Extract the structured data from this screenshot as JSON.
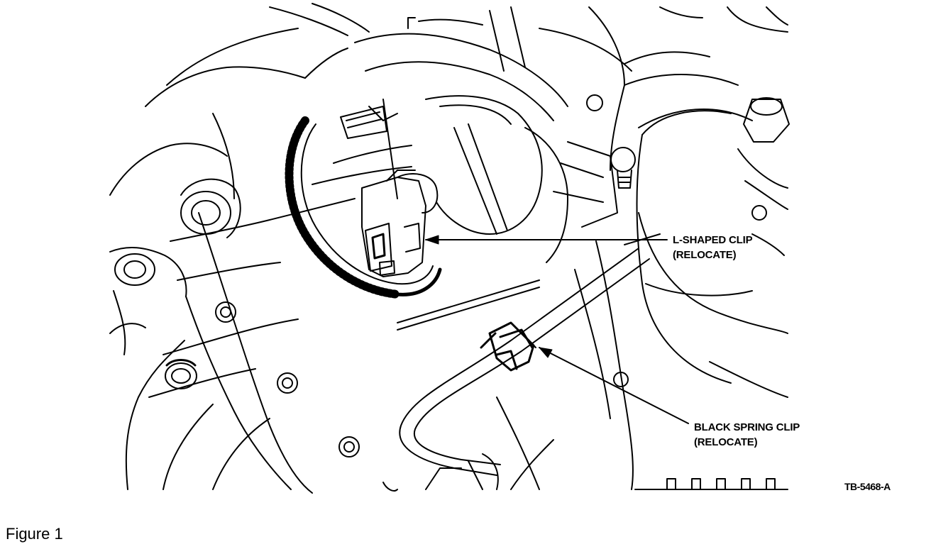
{
  "figure": {
    "caption": "Figure 1",
    "code": "TB-5468-A"
  },
  "callouts": [
    {
      "line1": "L-SHAPED CLIP",
      "line2": "(RELOCATE)"
    },
    {
      "line1": "BLACK SPRING CLIP",
      "line2": "(RELOCATE)"
    }
  ],
  "colors": {
    "ink": "#000000",
    "paper": "#ffffff"
  }
}
